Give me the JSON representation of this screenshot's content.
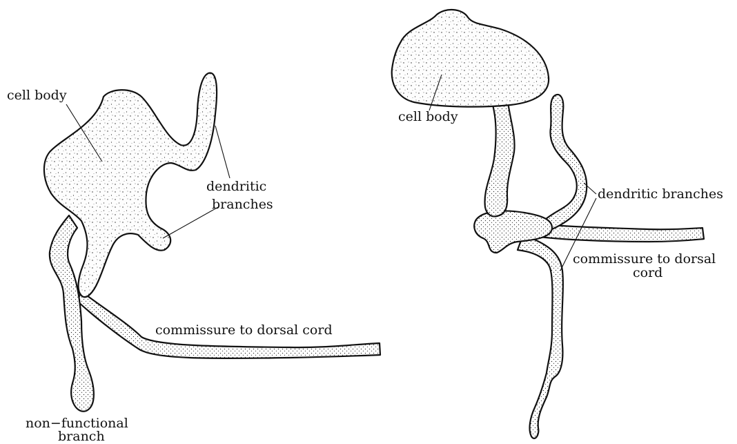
{
  "left_figure": {
    "labels": {
      "cell_body": "cell body",
      "dendritic_line1": "dendritic",
      "dendritic_line2": "branches",
      "commissure": "commissure  to dorsal cord",
      "nonfunctional_line1": "non−functional",
      "nonfunctional_line2": "branch"
    }
  },
  "right_figure": {
    "labels": {
      "cell_body": "cell body",
      "dendritic": "dendritic branches",
      "commissure_line1": "commissure to dorsal",
      "commissure_line2": "cord"
    }
  }
}
